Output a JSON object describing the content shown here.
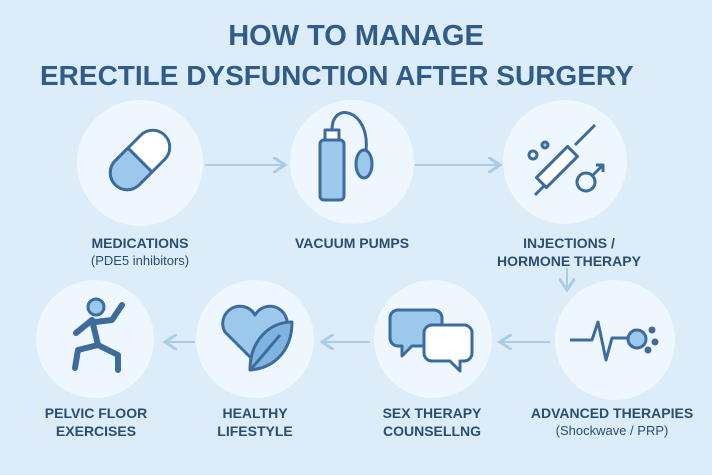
{
  "title": {
    "line1": "HOW TO MANAGE",
    "line2": "ERECTILE DYSFUNCTION AFTER SURGERY"
  },
  "steps": [
    {
      "title": "MEDICATIONS",
      "subtitle": "(PDE5 inhibitors)",
      "icon": "pill-capsule-icon"
    },
    {
      "title": "VACUUM PUMPS",
      "icon": "vacuum-pump-icon"
    },
    {
      "title": "INJECTIONS /",
      "title2": "HORMONE THERAPY",
      "icon": "syringe-male-symbol-icon"
    },
    {
      "title": "ADVANCED THERAPIES",
      "subtitle": "(Shockwave / PRP)",
      "icon": "shockwave-pulse-icon"
    },
    {
      "title": "SEX THERAPY",
      "title2": "COUNSELLNG",
      "icon": "speech-bubbles-icon"
    },
    {
      "title": "HEALTHY",
      "title2": "LIFESTYLE",
      "icon": "heart-leaf-icon"
    },
    {
      "title": "PELVIC FLOOR",
      "title2": "EXERCISES",
      "icon": "exercise-person-icon"
    }
  ],
  "colors": {
    "background": "#dcedf9",
    "circle": "#eef7fd",
    "text": "#2a4d72",
    "icon_fill": "#9cc8ec",
    "icon_stroke": "#3d6c9c",
    "arrow": "#a9cde9"
  }
}
